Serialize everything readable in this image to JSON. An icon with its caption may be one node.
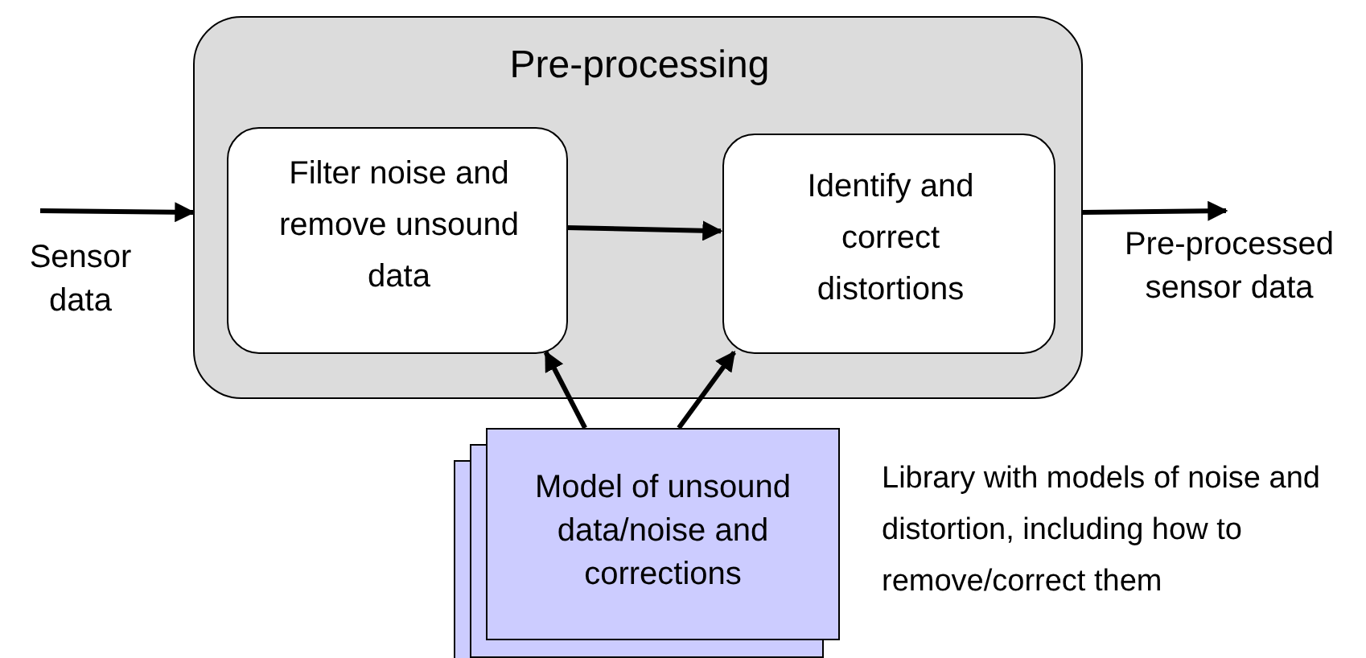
{
  "diagram": {
    "nodes": [
      {
        "text": [
          "Pre-processing"
        ]
      },
      {
        "text": [
          "Filter noise and remove unsound data"
        ],
        "in": 0
      },
      {
        "text": [
          "Identify and correct distortions"
        ],
        "in": 0
      },
      {
        "text": [
          "Model of unsound data/noise and corrections"
        ],
        "beside": [
          "Library with models of noise and distortion, including how to remove/correct them"
        ]
      },
      {
        "text": [
          "Sensor data"
        ]
      },
      {
        "text": [
          "Pre-processed sensor data"
        ]
      }
    ],
    "edges": [
      {
        "from": 4,
        "to": 0,
        "arrow": "to"
      },
      {
        "from": 0,
        "to": 5,
        "arrow": "to"
      },
      {
        "from": 1,
        "to": 2,
        "arrow": "to"
      },
      {
        "from": 3,
        "to": 1,
        "arrow": "to"
      },
      {
        "from": 3,
        "to": 2,
        "arrow": "to"
      }
    ]
  }
}
